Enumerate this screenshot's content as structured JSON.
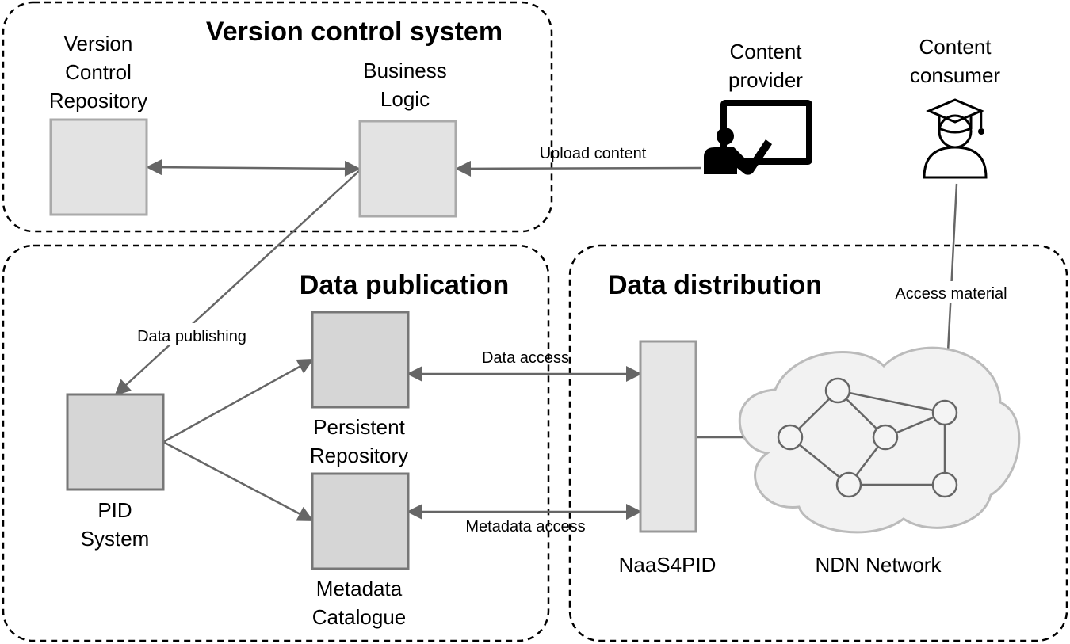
{
  "regions": {
    "vcs": {
      "title": "Version control system"
    },
    "publication": {
      "title": "Data publication"
    },
    "distribution": {
      "title": "Data distribution"
    }
  },
  "nodes": {
    "vcr": {
      "label": [
        "Version",
        "Control",
        "Repository"
      ]
    },
    "business_logic": {
      "label": [
        "Business",
        "Logic"
      ]
    },
    "content_provider": {
      "label": [
        "Content",
        "provider"
      ],
      "icon": "teacher-board-icon"
    },
    "content_consumer": {
      "label": [
        "Content",
        "consumer"
      ],
      "icon": "graduate-user-icon"
    },
    "pid_system": {
      "label": [
        "PID",
        "System"
      ]
    },
    "persistent_repository": {
      "label": [
        "Persistent",
        "Repository"
      ]
    },
    "metadata_catalogue": {
      "label": [
        "Metadata",
        "Catalogue"
      ]
    },
    "naas4pid": {
      "label": [
        "NaaS4PID"
      ]
    },
    "ndn_network": {
      "label": [
        "NDN Network"
      ],
      "icon": "cloud-network-icon"
    }
  },
  "edges": {
    "upload_content": "Upload content",
    "data_publishing": "Data publishing",
    "data_access": "Data access",
    "metadata_access": "Metadata access",
    "access_material": "Access material"
  },
  "colors": {
    "dashed_border": "#000000",
    "arrow": "#666666",
    "box_fill_light": "#e3e3e3",
    "box_fill_dark": "#d6d6d6",
    "cloud_fill": "#f2f2f2"
  }
}
